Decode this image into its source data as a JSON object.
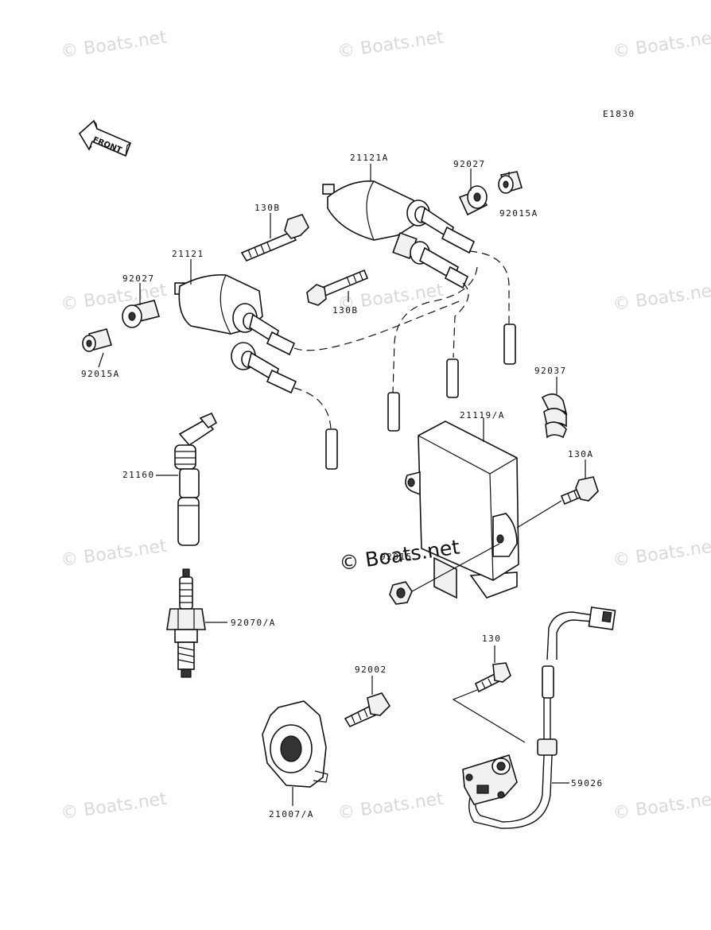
{
  "diagram_code": "E1830",
  "front_arrow": {
    "label": "FRONT",
    "icon": "front-direction-arrow"
  },
  "watermark": {
    "text": "© Boats.net",
    "color": "#d9d9d9"
  },
  "center_watermark": "© Boats.net",
  "labels": {
    "coil_upper": "21121A",
    "bolt_upper": "130B",
    "coil_lower": "21121",
    "bolt_middle": "130B",
    "bushing_left": "92027",
    "bushing_left_collar": "92015A",
    "bushing_right": "92027",
    "bushing_right_collar": "92015A",
    "clamp": "92037",
    "igniter": "21119/A",
    "bolt_igniter": "130A",
    "nut": "92015",
    "plug_cap": "21160",
    "spark_plug": "92070/A",
    "bolt_pickup": "130",
    "bolt_timing": "92002",
    "timing_rotor": "21007/A",
    "pickup_coil": "59026"
  }
}
